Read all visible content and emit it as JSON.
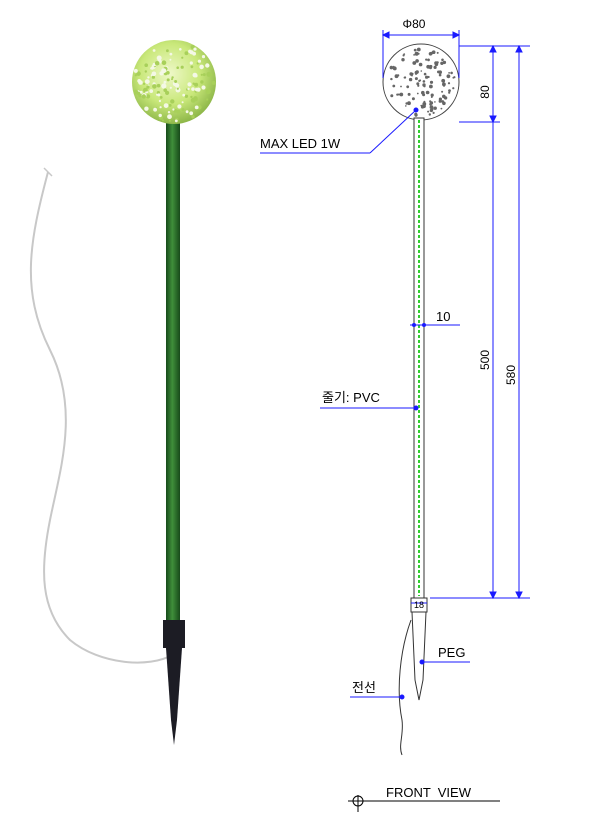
{
  "labels": {
    "diameter": "Φ80",
    "head_height": "80",
    "led": "MAX LED 1W",
    "stem_diameter": "10",
    "stem_length": "500",
    "total_length": "580",
    "stem_material": "줄기: PVC",
    "base_diameter": "18",
    "peg": "PEG",
    "wire": "전선",
    "view": "FRONT  VIEW"
  },
  "colors": {
    "stem_dark": "#1f5a22",
    "stem_light": "#3f8f3a",
    "flower": "#c9e87a",
    "flower_white": "#f4f8e6",
    "peg": "#1c1c24",
    "dim_line": "#1a1aff",
    "led_strip": "#32cd32"
  }
}
